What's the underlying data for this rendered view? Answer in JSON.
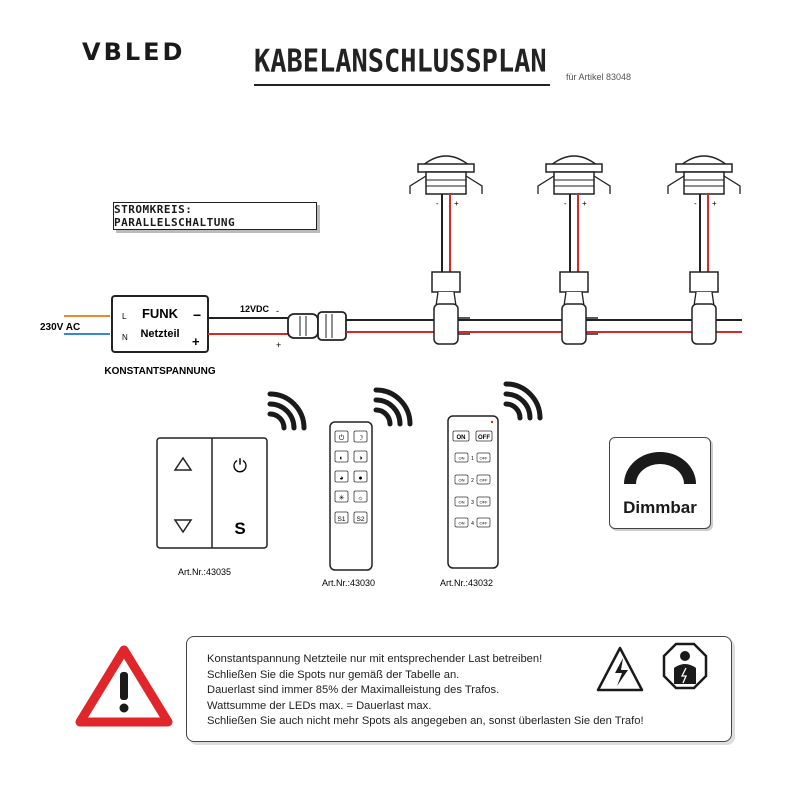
{
  "brand": "VBLED",
  "title": "KABELANSCHLUSSPLAN",
  "article_ref": "für Artikel 83048",
  "circuit_label": "STROMKREIS: PARALLELSCHALTUNG",
  "driver": {
    "name": "FUNK",
    "sub": "Netzteil",
    "input": "230V AC",
    "terminal_l": "L",
    "terminal_n": "N",
    "minus": "−",
    "plus": "+",
    "caption": "KONSTANTSPANNUNG",
    "output": "12VDC",
    "out_minus": "-",
    "out_plus": "+"
  },
  "spot_polarity": {
    "minus": "-",
    "plus": "+"
  },
  "wall_switch": {
    "power_glyph": "⏻",
    "s_label": "S",
    "artnr": "Art.Nr.:43035"
  },
  "remote1": {
    "buttons": [
      "⏻",
      "☽",
      "◐",
      "◑",
      "◕",
      "●",
      "✳",
      "☼",
      "S1",
      "S2"
    ],
    "artnr": "Art.Nr.:43030"
  },
  "remote2": {
    "on": "ON",
    "off": "OFF",
    "zones": [
      "1",
      "2",
      "3",
      "4"
    ],
    "artnr": "Art.Nr.:43032"
  },
  "dimmable": "Dimmbar",
  "warnings": [
    "Konstantspannung Netzteile nur mit entsprechender Last betreiben!",
    "Schließen Sie die Spots nur gemäß der Tabelle an.",
    "Dauerlast sind immer 85% der Maximalleistung des Trafos.",
    "Wattsumme der LEDs max. = Dauerlast max.",
    "Schließen Sie auch nicht mehr Spots als angegeben an, sonst überlasten Sie den Trafo!"
  ],
  "colors": {
    "red_wire": "#d42a2a",
    "warning_red": "#e0262b",
    "ink": "#222222"
  }
}
